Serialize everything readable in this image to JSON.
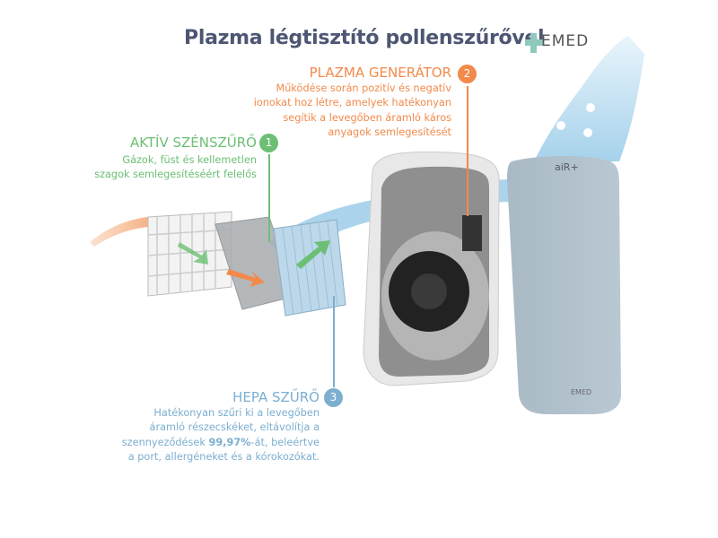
{
  "title": "Plazma légtisztító pollenszűrővel",
  "logo": {
    "text": "EMED",
    "color": "#8fc9bd"
  },
  "product_badge": "aiR+",
  "colors": {
    "title": "#4d5672",
    "plasma": "#f28a4b",
    "carbon": "#6cbf74",
    "hepa": "#7caed0",
    "airflow": "#8fc6e6"
  },
  "callouts": {
    "plasma": {
      "number": "2",
      "label": "PLAZMA GENERÁTOR",
      "lines": [
        "Működése során pozitív és negatív",
        "ionokat hoz létre, amelyek hatékonyan",
        "segítik a levegőben áramló káros",
        "anyagok semlegesítését"
      ]
    },
    "carbon": {
      "number": "1",
      "label": "AKTÍV SZÉNSZŰRŐ",
      "lines": [
        "Gázok, füst és kellemetlen",
        "szagok semlegesítéséért felelős"
      ]
    },
    "hepa": {
      "number": "3",
      "label": "HEPA SZŰRŐ",
      "line1": "Hatékonyan szűri ki a levegőben",
      "line2": "áramló részecskéket, eltávolítja a",
      "line3_pre": "szennyeződések ",
      "line3_bold": "99,97%",
      "line3_post": "-át, beleértve",
      "line4": "a port, allergéneket és a kórokozókat."
    }
  }
}
